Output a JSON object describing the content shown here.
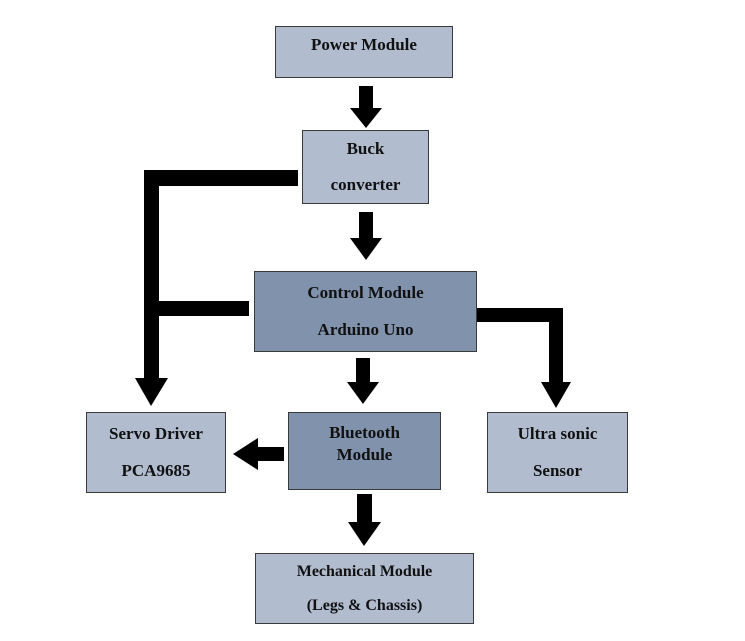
{
  "diagram": {
    "colors": {
      "light_box": "#b1bccf",
      "dark_box": "#8192ac",
      "arrow": "#000000",
      "border": "#3a3a3a"
    },
    "blocks": {
      "power": {
        "line1": "Power Module"
      },
      "buck": {
        "line1": "Buck",
        "line2": "converter"
      },
      "control": {
        "line1": "Control Module",
        "line2": "Arduino Uno"
      },
      "servo": {
        "line1": "Servo Driver",
        "line2": "PCA9685"
      },
      "bluetooth": {
        "line1": "Bluetooth",
        "line2": "Module"
      },
      "ultrasonic": {
        "line1": "Ultra sonic",
        "line2": "Sensor"
      },
      "mechanical": {
        "line1": "Mechanical Module",
        "line2": "(Legs & Chassis)"
      }
    },
    "connections": [
      {
        "from": "Power Module",
        "to": "Buck converter"
      },
      {
        "from": "Buck converter",
        "to": "Control Module"
      },
      {
        "from": "Buck converter",
        "to": "Servo Driver"
      },
      {
        "from": "Control Module",
        "to": "Servo Driver"
      },
      {
        "from": "Control Module",
        "to": "Bluetooth Module"
      },
      {
        "from": "Control Module",
        "to": "Ultra sonic Sensor"
      },
      {
        "from": "Bluetooth Module",
        "to": "Servo Driver"
      },
      {
        "from": "Bluetooth Module",
        "to": "Mechanical Module"
      }
    ]
  }
}
